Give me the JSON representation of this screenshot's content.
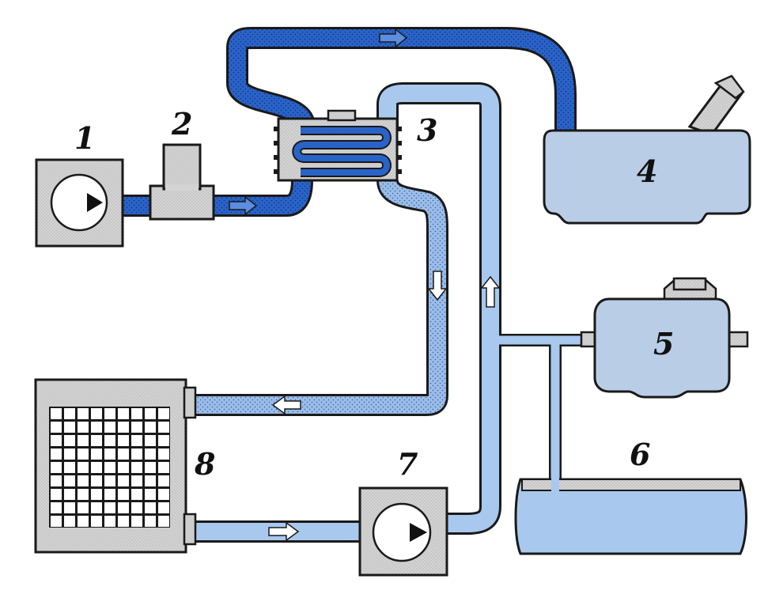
{
  "labels": {
    "pump_left": "1",
    "tee": "2",
    "heat_exchanger": "3",
    "tank": "4",
    "expansion_tank": "5",
    "pipe": "6",
    "pump_right": "7",
    "radiator": "8"
  },
  "colors": {
    "pipe_dark": "#2a63c8",
    "pipe_light": "#a9c8ee",
    "pipe_light_dotted": "#9cbde8",
    "component_fill": "#d6d6d6",
    "tank_fill": "#b9cde6",
    "outline": "#1a1a1a"
  },
  "icons": [
    "pump-icon",
    "flow-arrow-icon",
    "grid-icon"
  ]
}
